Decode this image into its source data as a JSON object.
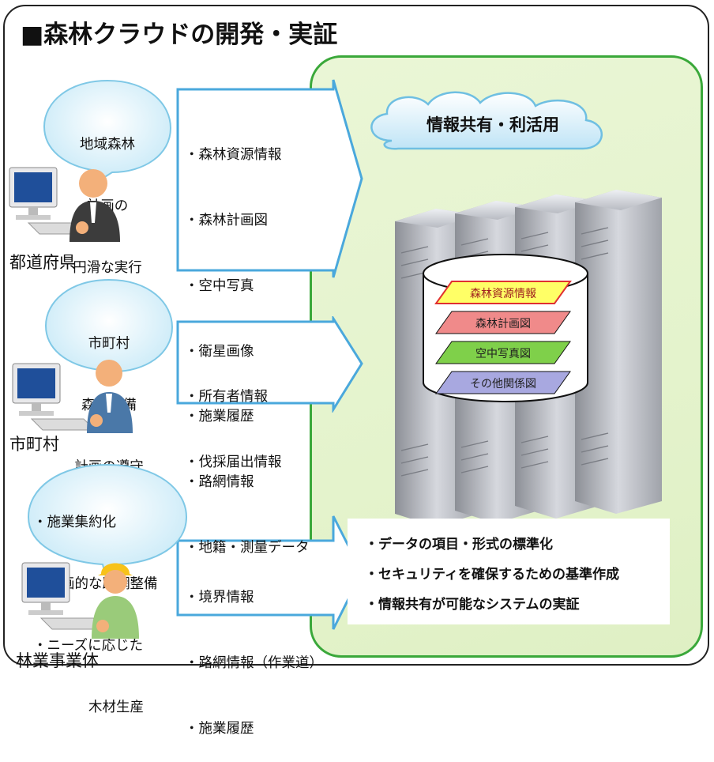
{
  "title": "■森林クラウドの開発・実証",
  "cloud": {
    "label": "情報共有・利活用"
  },
  "layers": [
    "森林資源情報",
    "森林計画図",
    "空中写真図",
    "その他関係図"
  ],
  "colors": {
    "green_border": "#3aa83a",
    "arrow_border": "#4aa8dc",
    "layer_yellow": "#ffff66",
    "layer_pink": "#f08a8a",
    "layer_green": "#7fd04a",
    "layer_blue": "#a8a8e0"
  },
  "actors": [
    {
      "label": "都道府県",
      "bubble": [
        "地域森林",
        "計画の",
        "円滑な実行"
      ],
      "items": [
        "・森林資源情報",
        "・森林計画図",
        "・空中写真",
        "・衛星画像",
        "・施業履歴",
        "・路網情報",
        "・地籍・測量データ"
      ]
    },
    {
      "label": "市町村",
      "bubble": [
        "市町村",
        "森林整備",
        "計画の遵守"
      ],
      "items": [
        "・所有者情報",
        "・伐採届出情報"
      ]
    },
    {
      "label": "林業事業体",
      "bubble": [
        "・施業集約化",
        "・計画的な路網整備",
        "・ニーズに応じた",
        "木材生産"
      ],
      "items": [
        "・境界情報",
        "・路網情報（作業道）",
        "・施業履歴"
      ]
    }
  ],
  "notes": [
    "・データの項目・形式の標準化",
    "・セキュリティを確保するための基準作成",
    "・情報共有が可能なシステムの実証"
  ],
  "icons": [
    "computer-monitor-icon",
    "person-icon",
    "hardhat-icon",
    "server-icon",
    "cloud-icon",
    "database-cylinder-icon"
  ]
}
